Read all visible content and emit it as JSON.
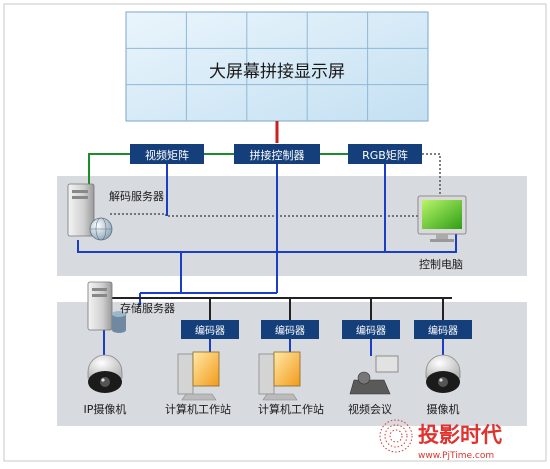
{
  "display_wall": {
    "label": "大屏幕拼接显示屏",
    "tile_color": "#d9ecf8",
    "frame_color": "#5b8fb4",
    "rows": 3,
    "cols": 5
  },
  "devices": {
    "video_matrix": "视频矩阵",
    "splice_controller": "拼接控制器",
    "rgb_matrix": "RGB矩阵"
  },
  "servers": {
    "decode_server": "解码服务器",
    "storage_server": "存储服务器",
    "control_pc": "控制电脑"
  },
  "encoder_label": "编码器",
  "endpoints": {
    "ip_camera": "IP摄像机",
    "workstation_1": "计算机工作站",
    "workstation_2": "计算机工作站",
    "video_conference": "视频会议",
    "camera": "摄像机"
  },
  "watermark": {
    "brand": "投影时代",
    "url": "www.PjTime.com"
  },
  "colors": {
    "device_box": "#143f7a",
    "blue_line": "#1a3fc4",
    "green_line": "#1f8c2a",
    "red_line": "#cc1f1f",
    "dark_line": "#222222",
    "band": "#d7dadf",
    "watermark_red": "#e0332f"
  }
}
